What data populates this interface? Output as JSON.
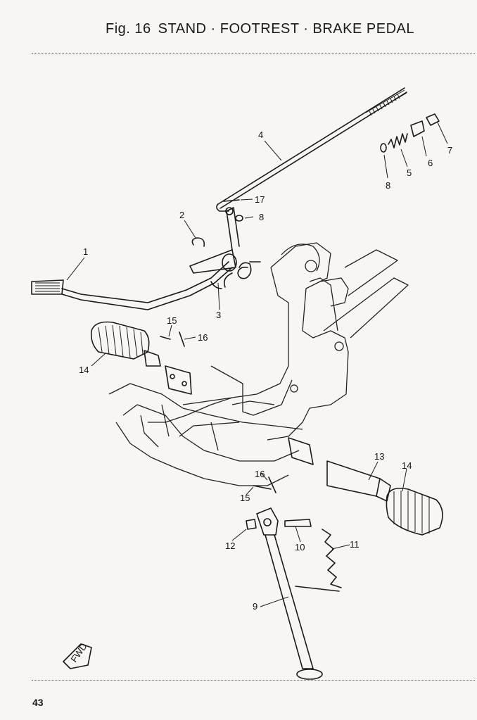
{
  "title": {
    "fig": "Fig. 16",
    "text": "STAND · FOOTREST · BRAKE PEDAL"
  },
  "page_number": "43",
  "fwd_label": "FWD",
  "callouts": [
    {
      "id": "c1",
      "text": "1"
    },
    {
      "id": "c2",
      "text": "2"
    },
    {
      "id": "c3",
      "text": "3"
    },
    {
      "id": "c4",
      "text": "4"
    },
    {
      "id": "c5",
      "text": "5"
    },
    {
      "id": "c6",
      "text": "6"
    },
    {
      "id": "c7",
      "text": "7"
    },
    {
      "id": "c8a",
      "text": "8"
    },
    {
      "id": "c8b",
      "text": "8"
    },
    {
      "id": "c9",
      "text": "9"
    },
    {
      "id": "c10",
      "text": "10"
    },
    {
      "id": "c11",
      "text": "11"
    },
    {
      "id": "c12",
      "text": "12"
    },
    {
      "id": "c13",
      "text": "13"
    },
    {
      "id": "c14a",
      "text": "14"
    },
    {
      "id": "c14b",
      "text": "14"
    },
    {
      "id": "c15a",
      "text": "15"
    },
    {
      "id": "c15b",
      "text": "15"
    },
    {
      "id": "c16a",
      "text": "16"
    },
    {
      "id": "c16b",
      "text": "16"
    },
    {
      "id": "c17",
      "text": "17"
    }
  ]
}
